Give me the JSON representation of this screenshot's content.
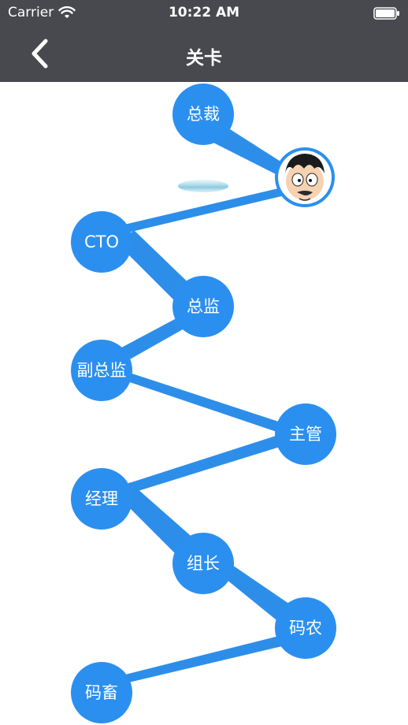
{
  "status_bar": {
    "carrier": "Carrier",
    "time": "10:22 AM",
    "wifi_icon": "wifi-icon",
    "battery_icon": "battery-icon"
  },
  "nav": {
    "back_icon": "chevron-left-icon",
    "title": "关卡"
  },
  "levels": [
    {
      "label": "总裁"
    },
    {
      "label": "CTO"
    },
    {
      "label": "总监"
    },
    {
      "label": "副总监"
    },
    {
      "label": "主管"
    },
    {
      "label": "经理"
    },
    {
      "label": "组长"
    },
    {
      "label": "码农"
    },
    {
      "label": "码畜"
    }
  ],
  "avatar": {
    "icon": "player-avatar-icon"
  },
  "colors": {
    "header_bg": "#47494f",
    "node_blue": "#2b8ff0",
    "line_blue": "#2d8eea"
  }
}
